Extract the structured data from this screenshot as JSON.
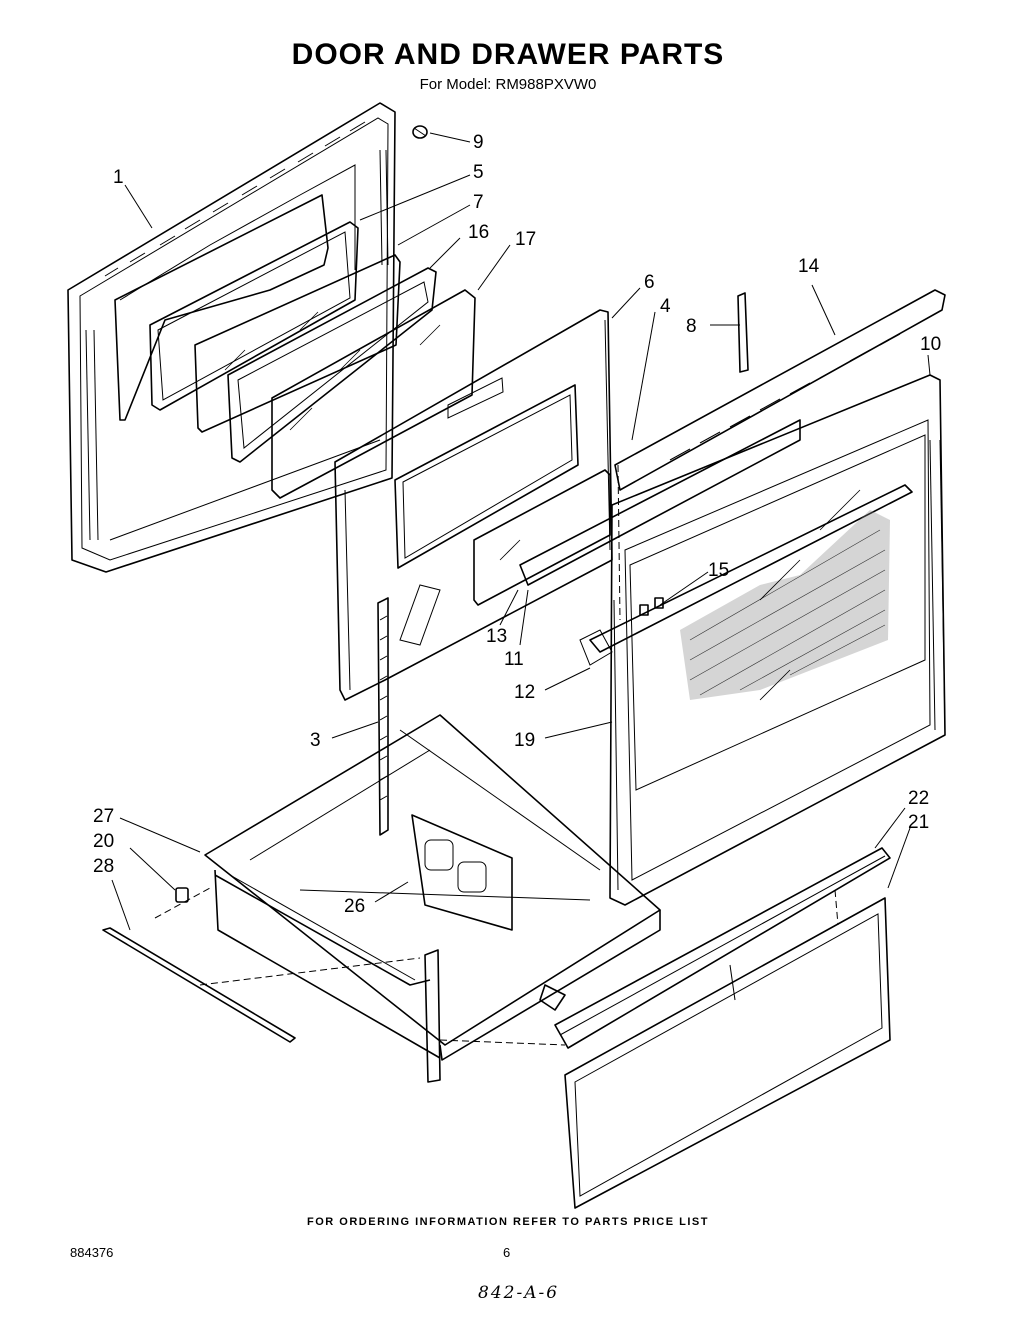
{
  "header": {
    "title": "DOOR AND DRAWER PARTS",
    "subtitle": "For Model: RM988PXVW0"
  },
  "callouts": [
    {
      "id": "c1",
      "label": "1"
    },
    {
      "id": "c9",
      "label": "9"
    },
    {
      "id": "c5",
      "label": "5"
    },
    {
      "id": "c7",
      "label": "7"
    },
    {
      "id": "c16",
      "label": "16"
    },
    {
      "id": "c17",
      "label": "17"
    },
    {
      "id": "c6",
      "label": "6"
    },
    {
      "id": "c4",
      "label": "4"
    },
    {
      "id": "c8",
      "label": "8"
    },
    {
      "id": "c14",
      "label": "14"
    },
    {
      "id": "c10",
      "label": "10"
    },
    {
      "id": "c15",
      "label": "15"
    },
    {
      "id": "c13",
      "label": "13"
    },
    {
      "id": "c11",
      "label": "11"
    },
    {
      "id": "c12",
      "label": "12"
    },
    {
      "id": "c3",
      "label": "3"
    },
    {
      "id": "c19",
      "label": "19"
    },
    {
      "id": "c22",
      "label": "22"
    },
    {
      "id": "c21",
      "label": "21"
    },
    {
      "id": "c27",
      "label": "27"
    },
    {
      "id": "c20",
      "label": "20"
    },
    {
      "id": "c28",
      "label": "28"
    },
    {
      "id": "c26",
      "label": "26"
    }
  ],
  "footer": {
    "ordering_note": "FOR ORDERING INFORMATION REFER TO PARTS PRICE LIST",
    "doc_number": "884376",
    "page_number": "6",
    "handwritten": "842-A-6"
  }
}
